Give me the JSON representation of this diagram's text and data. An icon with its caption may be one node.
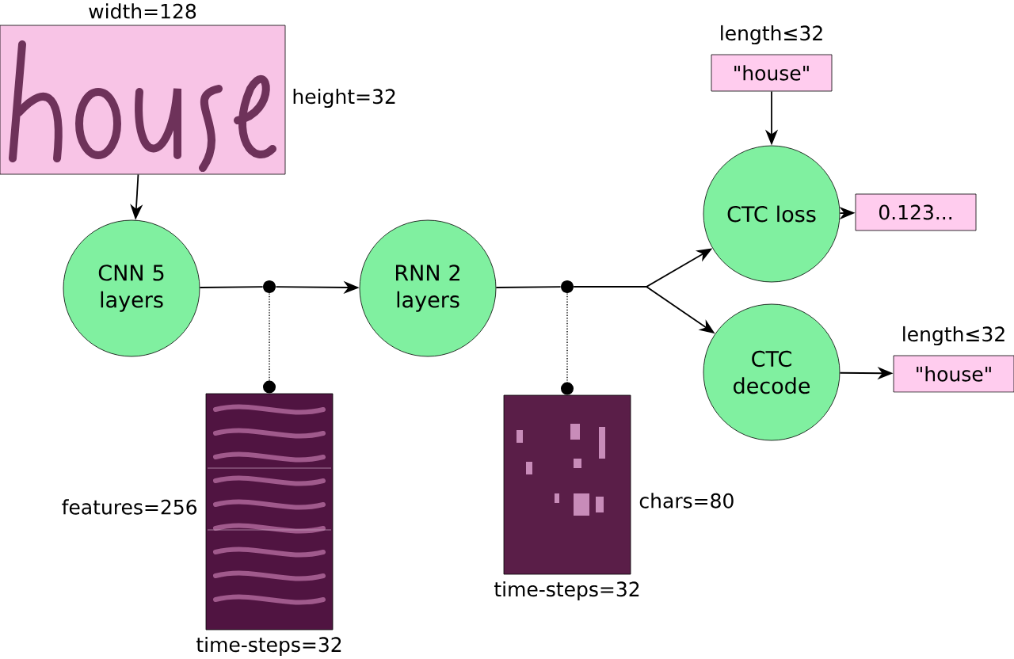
{
  "diagram": {
    "nodes": [
      {
        "text": [],
        "shape": "picture",
        "beside": [
          "width=128",
          "height=32"
        ]
      },
      {
        "text": [
          "CNN 5 layers"
        ]
      },
      {
        "text": [
          "RNN 2 layers"
        ]
      },
      {
        "text": [
          "CTC loss"
        ]
      },
      {
        "text": [
          "CTC decode"
        ]
      },
      {
        "text": [
          "\"house\""
        ],
        "beside": [
          "length≤32"
        ]
      },
      {
        "text": [
          "0.123..."
        ]
      },
      {
        "text": [
          "\"house\""
        ],
        "beside": [
          "length≤32"
        ]
      },
      {
        "text": [],
        "shape": "picture",
        "beside": [
          "features=256",
          "time-steps=32"
        ]
      },
      {
        "text": [],
        "shape": "picture",
        "beside": [
          "chars=80",
          "time-steps=32"
        ]
      },
      {
        "text": [],
        "shape": "circle"
      },
      {
        "text": [],
        "shape": "circle"
      }
    ],
    "edges": [
      {
        "from": 0,
        "to": 1,
        "arrow": "to"
      },
      {
        "from": 1,
        "to": 10,
        "arrow": "none"
      },
      {
        "from": 10,
        "to": 2,
        "arrow": "to"
      },
      {
        "from": 10,
        "to": 8,
        "arrow": "other",
        "style": "dashed"
      },
      {
        "from": 2,
        "to": 11,
        "arrow": "none"
      },
      {
        "from": 11,
        "to": 3,
        "arrow": "to"
      },
      {
        "from": 11,
        "to": 4,
        "arrow": "to"
      },
      {
        "from": 11,
        "to": 9,
        "arrow": "other",
        "style": "dashed"
      },
      {
        "from": 5,
        "to": 3,
        "arrow": "to"
      },
      {
        "from": 3,
        "to": 6,
        "arrow": "to"
      },
      {
        "from": 4,
        "to": 7,
        "arrow": "to"
      }
    ]
  }
}
